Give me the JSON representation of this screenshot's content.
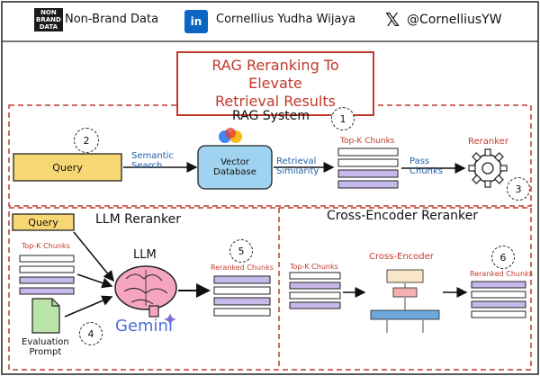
{
  "header": {
    "logo_line1": "NON",
    "logo_line2": "BRAND",
    "logo_line3": "DATA",
    "brand_name": "Non-Brand Data",
    "linkedin_icon": "linkedin-icon",
    "linkedin_badge": "in",
    "linkedin_name": "Cornellius Yudha Wijaya",
    "x_icon": "x-icon",
    "x_handle": "@CornelliusYW"
  },
  "title": {
    "line1": "RAG Reranking To Elevate",
    "line2": "Retrieval Results"
  },
  "rag_system": {
    "title": "RAG System",
    "step1": "1",
    "step2": "2",
    "step3": "3",
    "query": "Query",
    "semantic_line1": "Semantic",
    "semantic_line2": "Search",
    "vector_line1": "Vector",
    "vector_line2": "Database",
    "retrieval_line1": "Retrieval",
    "retrieval_line2": "Similarity",
    "topk": "Top-K Chunks",
    "pass_line1": "Pass",
    "pass_line2": "Chunks",
    "reranker": "Reranker"
  },
  "llm_reranker": {
    "title": "LLM Reranker",
    "query": "Query",
    "topk": "Top-K Chunks",
    "llm": "LLM",
    "gemini": "Gemini",
    "eval_line1": "Evaluation",
    "eval_line2": "Prompt",
    "reranked": "Reranked Chunks",
    "step4": "4",
    "step5": "5"
  },
  "cross_encoder": {
    "title": "Cross-Encoder Reranker",
    "topk": "Top-K Chunks",
    "ce_label": "Cross-Encoder",
    "reranked": "Reranked Chunks",
    "step6": "6"
  },
  "colors": {
    "red": "#c0392b",
    "blue": "#1f5fa6",
    "query_fill": "#f7d774",
    "db_fill": "#9fd3ef",
    "chunk_purple": "#c7b8ea",
    "brain_pink": "#f6a5c0"
  }
}
